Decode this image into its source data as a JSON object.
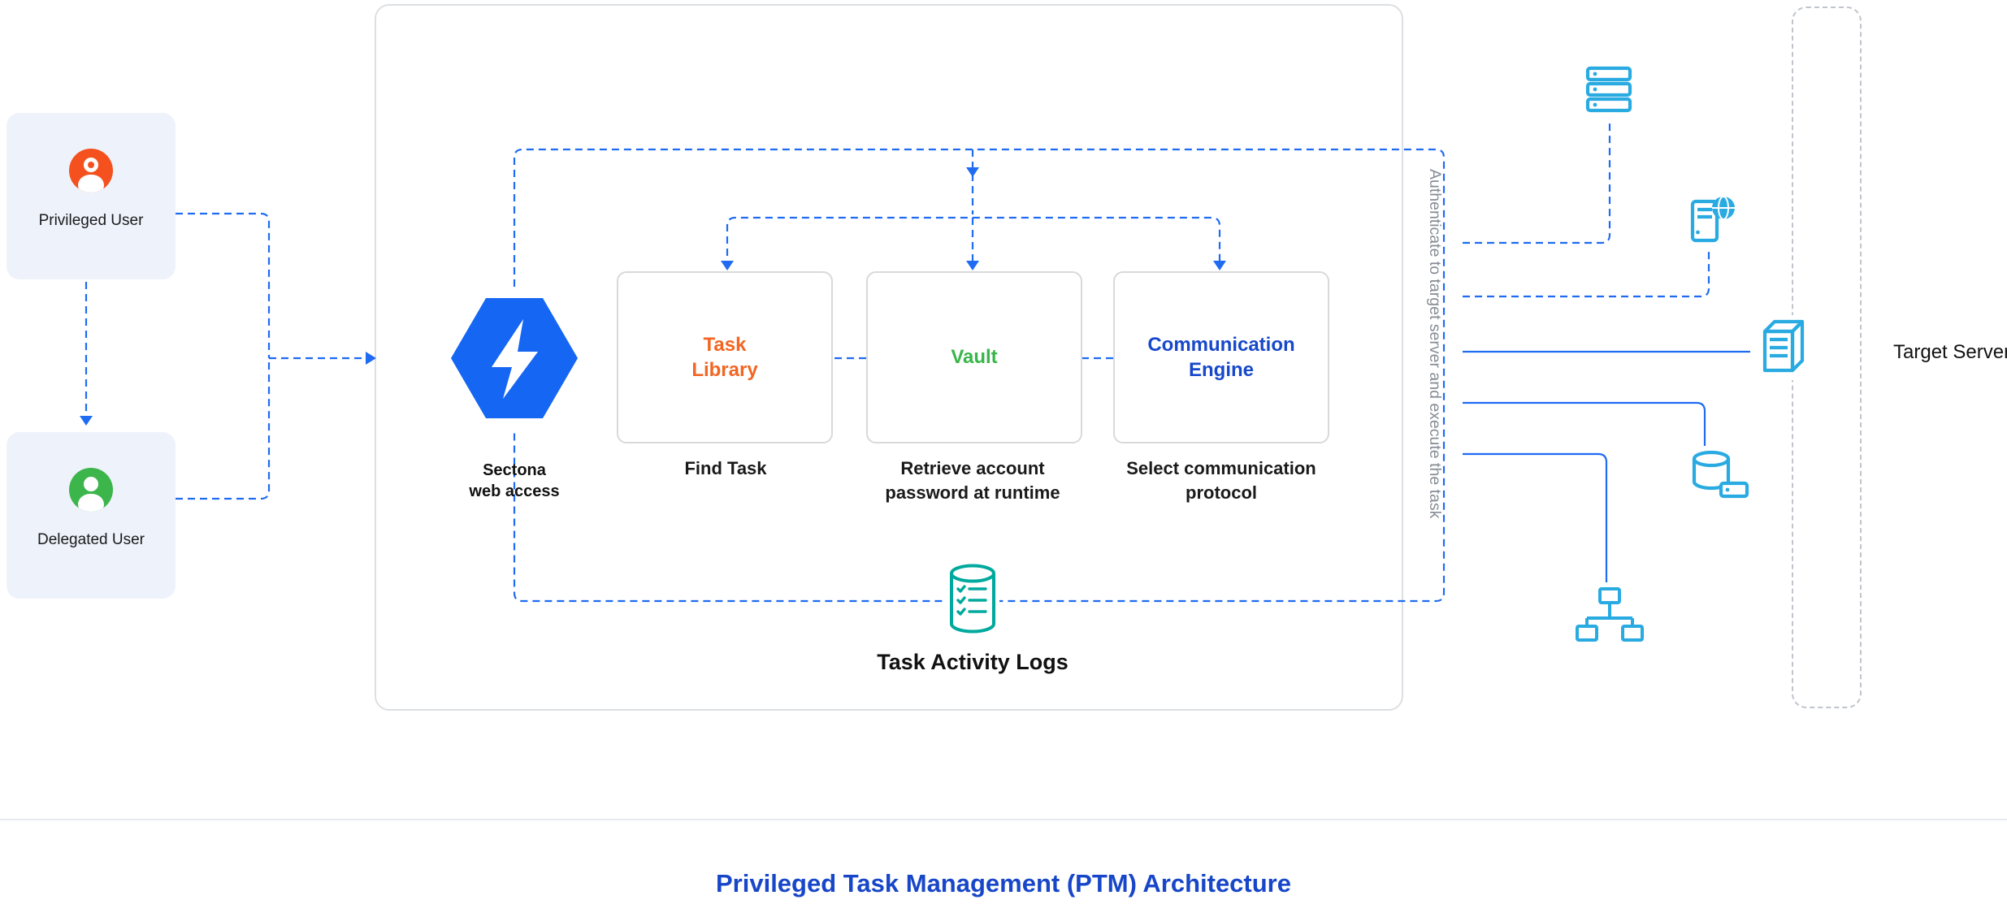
{
  "colors": {
    "connector_blue": "#1f6bf2",
    "brand_blue": "#1566f2",
    "orange": "#f26522",
    "green": "#39b54a",
    "dark_blue": "#1748c9",
    "teal": "#00a99d",
    "light_blue": "#29abe2",
    "title_blue": "#1746c8",
    "user_card_bg": "#eef2fb",
    "privileged_icon": "#f4511e",
    "delegated_icon": "#3cb54a"
  },
  "users": {
    "privileged": {
      "label": "Privileged User",
      "icon": "privileged-user-icon"
    },
    "delegated": {
      "label": "Delegated User",
      "icon": "delegated-user-icon"
    }
  },
  "platform": {
    "logo_icon": "sectona-logo-icon",
    "logo_line1": "Sectona",
    "logo_line2": "web access",
    "modules": [
      {
        "title": "Task Library",
        "caption": "Find Task",
        "color": "#f26522"
      },
      {
        "title": "Vault",
        "caption": "Retrieve account password at runtime",
        "color": "#39b54a"
      },
      {
        "title": "Communication Engine",
        "caption": "Select communication protocol",
        "color": "#1748c9"
      }
    ],
    "activity_logs_icon": "task-activity-logs-icon",
    "activity_logs_label": "Task Activity Logs"
  },
  "right": {
    "vertical_text": "Authenticate to target server and execute the task",
    "target_label": "Target Server",
    "icons": [
      "server-stack-icon",
      "server-globe-icon",
      "server-tower-icon",
      "database-server-icon",
      "network-computers-icon"
    ]
  },
  "footer": {
    "title": "Privileged Task Management (PTM) Architecture"
  }
}
